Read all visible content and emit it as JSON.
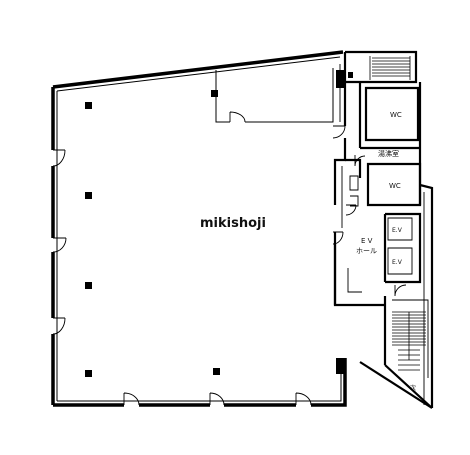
{
  "labels": {
    "wc_upper": "WC",
    "wc_lower": "WC",
    "utility_room": "湯沸室",
    "ev_hall_line1": "E V",
    "ev_hall_line2": "ホール",
    "elevator_1": "E.V",
    "elevator_2": "E.V",
    "corner_mark": "次"
  },
  "watermark": "mikishoji"
}
